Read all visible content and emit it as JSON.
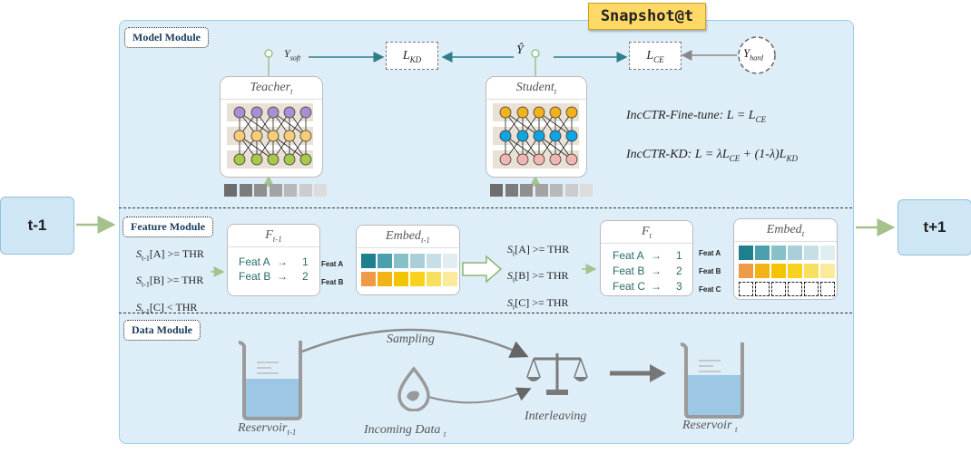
{
  "snapshot": "Snapshot@t",
  "time_prev": "t-1",
  "time_next": "t+1",
  "modules": {
    "model": "Model Module",
    "feature": "Feature Module",
    "data": "Data Module"
  },
  "model": {
    "teacher_label": "Teacher",
    "teacher_sub": "t",
    "student_label": "Student",
    "student_sub": "t",
    "y_soft": "Y",
    "y_soft_sub": "soft",
    "y_hat": "Ŷ",
    "y_hard": "Y",
    "y_hard_sub": "hard",
    "loss_kd": "L",
    "loss_kd_sub": "KD",
    "loss_ce": "L",
    "loss_ce_sub": "CE",
    "formula_finetune": "IncCTR-Fine-tune:  L = L",
    "formula_finetune_sub": "CE",
    "formula_kd_a": "IncCTR-KD:  L = λL",
    "formula_kd_sub1": "CE",
    "formula_kd_b": " + (1-λ)L",
    "formula_kd_sub2": "KD",
    "teacher_colors": [
      "#a98fd1",
      "#f7cd7a",
      "#a8c84c"
    ],
    "student_colors": [
      "#f3b21b",
      "#0fa5e3",
      "#f2b6b0"
    ],
    "input_grays": [
      "#6d6d6d",
      "#7c7c7c",
      "#8f8f8f",
      "#a3a3a3",
      "#b8b8b8",
      "#cccccc",
      "#dcdcdc"
    ]
  },
  "feature": {
    "cond_prev": [
      {
        "s": "S",
        "sub": "t-1",
        "rest": "[A] >= THR"
      },
      {
        "s": "S",
        "sub": "t-1",
        "rest": "[B] >= THR"
      },
      {
        "s": "S",
        "sub": "t-1",
        "rest": "[C] < THR"
      }
    ],
    "cond_curr": [
      {
        "s": "S",
        "sub": "t",
        "rest": "[A] >= THR"
      },
      {
        "s": "S",
        "sub": "t",
        "rest": "[B] >= THR"
      },
      {
        "s": "S",
        "sub": "t",
        "rest": "[C] >= THR"
      }
    ],
    "f_prev_title": "F",
    "f_prev_sub": "t-1",
    "f_prev_rows": [
      {
        "name": "Feat A",
        "arrow": "→",
        "id": "1"
      },
      {
        "name": "Feat B",
        "arrow": "→",
        "id": "2"
      }
    ],
    "embed_prev_title": "Embed",
    "embed_prev_sub": "t-1",
    "embed_prev_rows": [
      "Feat A",
      "Feat B"
    ],
    "f_curr_title": "F",
    "f_curr_sub": "t",
    "f_curr_rows": [
      {
        "name": "Feat A",
        "arrow": "→",
        "id": "1"
      },
      {
        "name": "Feat B",
        "arrow": "→",
        "id": "2"
      },
      {
        "name": "Feat C",
        "arrow": "→",
        "id": "3"
      }
    ],
    "embed_curr_title": "Embed",
    "embed_curr_sub": "t",
    "embed_curr_rows": [
      "Feat A",
      "Feat B",
      "Feat C"
    ],
    "teal_cells": [
      "#1f7f8f",
      "#4aa0ad",
      "#86c0c9",
      "#a9d0d8",
      "#c6dfe6",
      "#e0eef2"
    ],
    "orange_cells": [
      "#ef9a45",
      "#f2b316",
      "#f5c400",
      "#f8d21c",
      "#f8e05e",
      "#faeb9c"
    ]
  },
  "data": {
    "sampling": "Sampling",
    "reservoir_prev": "Reservoir",
    "reservoir_prev_sub": "t-1",
    "incoming": "Incoming Data ",
    "incoming_sub": "t",
    "interleaving": "Interleaving",
    "reservoir_curr": "Reservoir ",
    "reservoir_curr_sub": "t"
  }
}
